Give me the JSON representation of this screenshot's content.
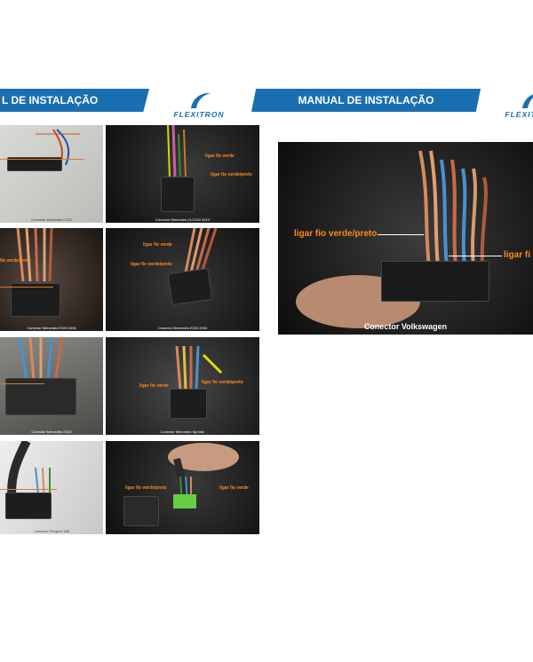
{
  "header": {
    "left_title": "L DE INSTALAÇÃO",
    "right_title": "MANUAL DE INSTALAÇÃO",
    "brand": "FLEXITRON",
    "brand_right": "FLEXITRON"
  },
  "photos": {
    "p1": {
      "caption": "Conector Mercedes C220"
    },
    "p2": {
      "caption": "Conector Mercedes CLC200 2010",
      "label1": "ligar fio verde",
      "label2": "ligar fio verde/preto"
    },
    "p3": {
      "caption": "Conector Mercedes E320 2006",
      "label1": "fio verde/preto",
      "label2": ""
    },
    "p4": {
      "caption": "Conector Mercedes E320 2004",
      "label1": "ligar fio verde",
      "label2": "ligar fio verde/preto"
    },
    "p5": {
      "caption": "Conector Mercedes E320"
    },
    "p6": {
      "caption": "Conector Mercedes Sprinter",
      "label1": "ligar fio verde",
      "label2": "ligar fio verde/preto"
    },
    "p7": {
      "caption": "Conector Peugeot 308"
    },
    "p8": {
      "caption": "",
      "label1": "ligar fio verde/preto",
      "label2": "ligar fio verde"
    },
    "big": {
      "caption": "Conector Volkswagen",
      "label1": "ligar fio verde/preto",
      "label2": "ligar fi"
    }
  },
  "colors": {
    "banner": "#1a6fb0",
    "label": "#ff8a1e"
  }
}
